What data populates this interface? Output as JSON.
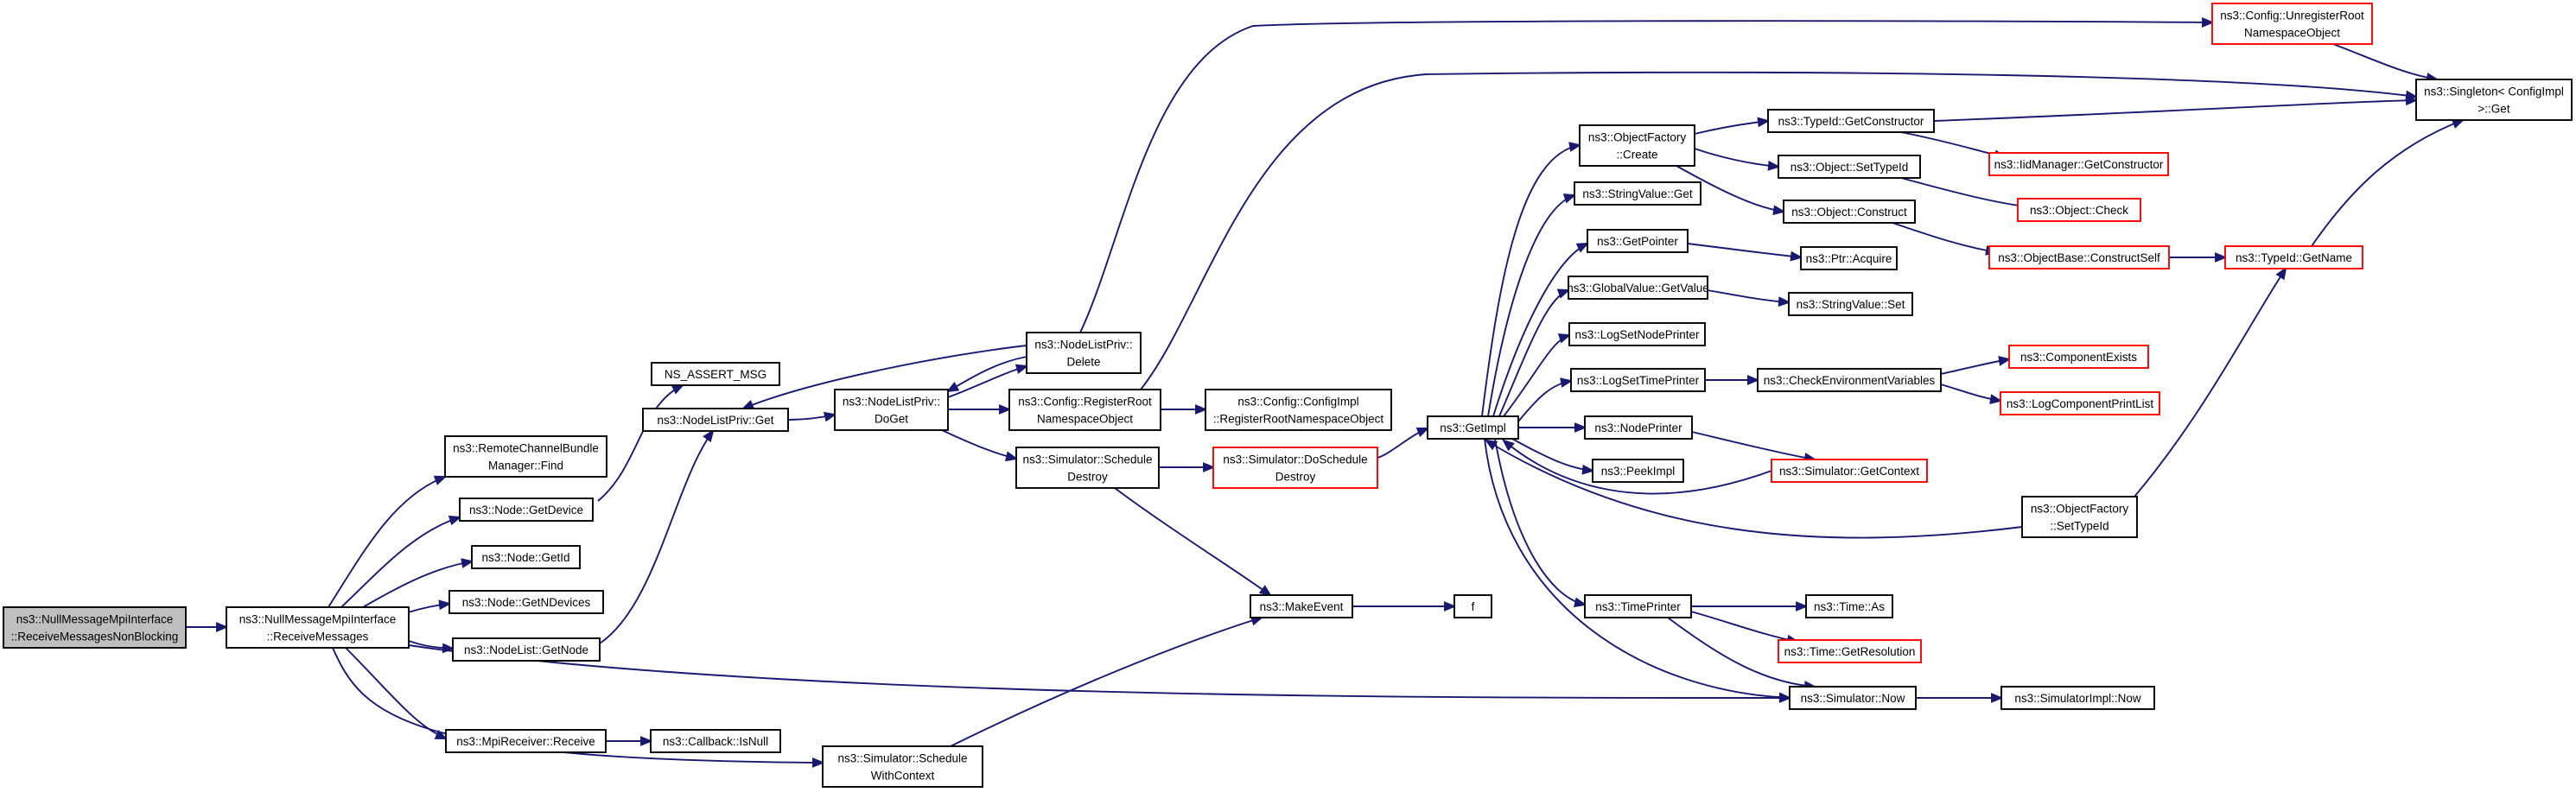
{
  "nodes": [
    {
      "id": "root",
      "lines": [
        "ns3::NullMessageMpiInterface",
        "::ReceiveMessagesNonBlocking"
      ],
      "style": "highlight"
    },
    {
      "id": "recv",
      "lines": [
        "ns3::NullMessageMpiInterface",
        "::ReceiveMessages"
      ],
      "style": "normal"
    },
    {
      "id": "rcbm",
      "lines": [
        "ns3::RemoteChannelBundle",
        "Manager::Find"
      ],
      "style": "normal"
    },
    {
      "id": "getdev",
      "lines": [
        "ns3::Node::GetDevice"
      ],
      "style": "normal"
    },
    {
      "id": "getid",
      "lines": [
        "ns3::Node::GetId"
      ],
      "style": "normal"
    },
    {
      "id": "getndev",
      "lines": [
        "ns3::Node::GetNDevices"
      ],
      "style": "normal"
    },
    {
      "id": "nlgetnode",
      "lines": [
        "ns3::NodeList::GetNode"
      ],
      "style": "normal"
    },
    {
      "id": "mpirecv",
      "lines": [
        "ns3::MpiReceiver::Receive"
      ],
      "style": "normal"
    },
    {
      "id": "cbnull",
      "lines": [
        "ns3::Callback::IsNull"
      ],
      "style": "normal"
    },
    {
      "id": "swc",
      "lines": [
        "ns3::Simulator::Schedule",
        "WithContext"
      ],
      "style": "normal"
    },
    {
      "id": "assert",
      "lines": [
        "NS_ASSERT_MSG"
      ],
      "style": "normal"
    },
    {
      "id": "nlpget",
      "lines": [
        "ns3::NodeListPriv::Get"
      ],
      "style": "normal"
    },
    {
      "id": "nlpdoget",
      "lines": [
        "ns3::NodeListPriv::",
        "DoGet"
      ],
      "style": "normal"
    },
    {
      "id": "nlpdel",
      "lines": [
        "ns3::NodeListPriv::",
        "Delete"
      ],
      "style": "normal"
    },
    {
      "id": "regroot",
      "lines": [
        "ns3::Config::RegisterRoot",
        "NamespaceObject"
      ],
      "style": "normal"
    },
    {
      "id": "cfgreg",
      "lines": [
        "ns3::Config::ConfigImpl",
        "::RegisterRootNamespaceObject"
      ],
      "style": "normal"
    },
    {
      "id": "schdes",
      "lines": [
        "ns3::Simulator::Schedule",
        "Destroy"
      ],
      "style": "normal"
    },
    {
      "id": "doschdes",
      "lines": [
        "ns3::Simulator::DoSchedule",
        "Destroy"
      ],
      "style": "red"
    },
    {
      "id": "makeevt",
      "lines": [
        "ns3::MakeEvent"
      ],
      "style": "normal"
    },
    {
      "id": "f",
      "lines": [
        "f"
      ],
      "style": "normal"
    },
    {
      "id": "getimpl",
      "lines": [
        "ns3::GetImpl"
      ],
      "style": "normal"
    },
    {
      "id": "ofcreate",
      "lines": [
        "ns3::ObjectFactory",
        "::Create"
      ],
      "style": "normal"
    },
    {
      "id": "strget",
      "lines": [
        "ns3::StringValue::Get"
      ],
      "style": "normal"
    },
    {
      "id": "getptr",
      "lines": [
        "ns3::GetPointer"
      ],
      "style": "normal"
    },
    {
      "id": "gvget",
      "lines": [
        "ns3::GlobalValue::GetValue"
      ],
      "style": "normal"
    },
    {
      "id": "logsnp",
      "lines": [
        "ns3::LogSetNodePrinter"
      ],
      "style": "normal"
    },
    {
      "id": "logstp",
      "lines": [
        "ns3::LogSetTimePrinter"
      ],
      "style": "normal"
    },
    {
      "id": "nodeprinter",
      "lines": [
        "ns3::NodePrinter"
      ],
      "style": "normal"
    },
    {
      "id": "peekimpl",
      "lines": [
        "ns3::PeekImpl"
      ],
      "style": "normal"
    },
    {
      "id": "timeprinter",
      "lines": [
        "ns3::TimePrinter"
      ],
      "style": "normal"
    },
    {
      "id": "simnow",
      "lines": [
        "ns3::Simulator::Now"
      ],
      "style": "normal"
    },
    {
      "id": "simimplnow",
      "lines": [
        "ns3::SimulatorImpl::Now"
      ],
      "style": "normal"
    },
    {
      "id": "tidctor",
      "lines": [
        "ns3::TypeId::GetConstructor"
      ],
      "style": "normal"
    },
    {
      "id": "objsettid",
      "lines": [
        "ns3::Object::SetTypeId"
      ],
      "style": "normal"
    },
    {
      "id": "objconstruct",
      "lines": [
        "ns3::Object::Construct"
      ],
      "style": "normal"
    },
    {
      "id": "ptracq",
      "lines": [
        "ns3::Ptr::Acquire"
      ],
      "style": "normal"
    },
    {
      "id": "strset",
      "lines": [
        "ns3::StringValue::Set"
      ],
      "style": "normal"
    },
    {
      "id": "checkenv",
      "lines": [
        "ns3::CheckEnvironmentVariables"
      ],
      "style": "normal"
    },
    {
      "id": "simgetctx",
      "lines": [
        "ns3::Simulator::GetContext"
      ],
      "style": "red"
    },
    {
      "id": "timeas",
      "lines": [
        "ns3::Time::As"
      ],
      "style": "normal"
    },
    {
      "id": "timegetres",
      "lines": [
        "ns3::Time::GetResolution"
      ],
      "style": "red"
    },
    {
      "id": "ofsettid",
      "lines": [
        "ns3::ObjectFactory",
        "::SetTypeId"
      ],
      "style": "normal"
    },
    {
      "id": "unreg",
      "lines": [
        "ns3::Config::UnregisterRoot",
        "NamespaceObject"
      ],
      "style": "red"
    },
    {
      "id": "singleton",
      "lines": [
        "ns3::Singleton< ConfigImpl",
        " >::Get"
      ],
      "style": "normal"
    },
    {
      "id": "iidctor",
      "lines": [
        "ns3::IidManager::GetConstructor"
      ],
      "style": "red"
    },
    {
      "id": "objcheck",
      "lines": [
        "ns3::Object::Check"
      ],
      "style": "red"
    },
    {
      "id": "construct",
      "lines": [
        "ns3::ObjectBase::ConstructSelf"
      ],
      "style": "red"
    },
    {
      "id": "tidname",
      "lines": [
        "ns3::TypeId::GetName"
      ],
      "style": "red"
    },
    {
      "id": "compexists",
      "lines": [
        "ns3::ComponentExists"
      ],
      "style": "red"
    },
    {
      "id": "logcpl",
      "lines": [
        "ns3::LogComponentPrintList"
      ],
      "style": "red"
    }
  ]
}
